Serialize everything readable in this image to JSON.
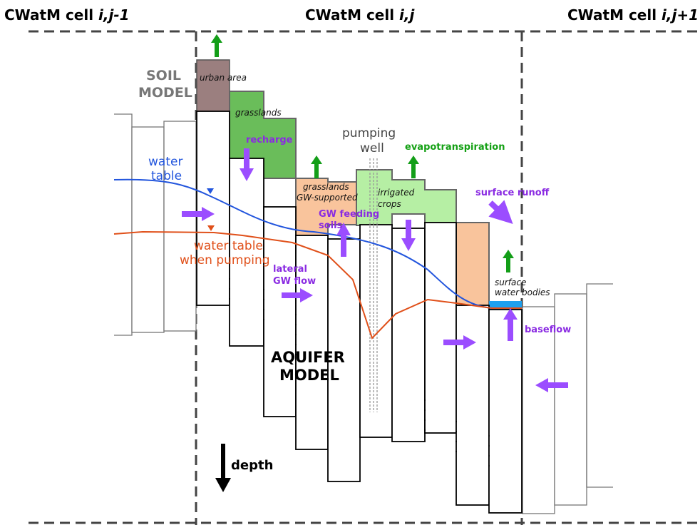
{
  "headers": {
    "left": {
      "prefix": "CWatM cell ",
      "idx": "i,j-1"
    },
    "center": {
      "prefix": "CWatM cell ",
      "idx": "i,j"
    },
    "right": {
      "prefix": "CWatM cell ",
      "idx": "i,j+1"
    }
  },
  "labels": {
    "soil_model_1": "SOIL",
    "soil_model_2": "MODEL",
    "urban_area": "urban area",
    "grasslands": "grasslands",
    "grasslands_gw_1": "grasslands",
    "grasslands_gw_2": "GW-supported",
    "irrigated_1": "irrigated",
    "irrigated_2": "crops",
    "surface_water_1": "surface",
    "surface_water_2": "water bodies",
    "pumping_1": "pumping",
    "pumping_2": "well",
    "water_table_1": "water",
    "water_table_2": "table",
    "water_table_pumping_1": "water table",
    "water_table_pumping_2": "when pumping",
    "aquifer_1": "AQUIFER",
    "aquifer_2": "MODEL",
    "depth": "depth"
  },
  "flux_labels": {
    "recharge": "recharge",
    "evapotranspiration": "evapotranspiration",
    "surface_runoff": "surface runoff",
    "gw_feeding_1": "GW feeding",
    "gw_feeding_2": "soils",
    "lateral_1": "lateral",
    "lateral_2": "GW flow",
    "baseflow": "baseflow"
  },
  "colors": {
    "urban": "#9b7f7f",
    "grassland": "#6abd5a",
    "gw_supported": "#f9c49c",
    "irrigated": "#b6efa4",
    "water_body": "#1ea0ee",
    "water_table": "#2255dd",
    "pumping_table": "#e0501a",
    "purple_arrow": "#9b4dff",
    "green_arrow": "#139e18",
    "soil_text": "#777777"
  }
}
